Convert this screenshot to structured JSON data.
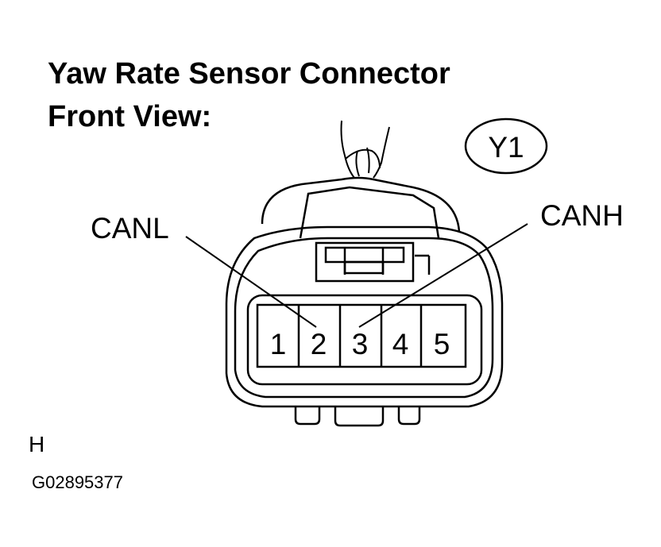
{
  "title_line1": "Yaw Rate Sensor Connector",
  "title_line2": "Front View:",
  "connector_code": "Y1",
  "callouts": {
    "left": "CANL",
    "right": "CANH"
  },
  "pins": [
    "1",
    "2",
    "3",
    "4",
    "5"
  ],
  "footer": {
    "mark": "H",
    "figure_id": "G02895377"
  }
}
